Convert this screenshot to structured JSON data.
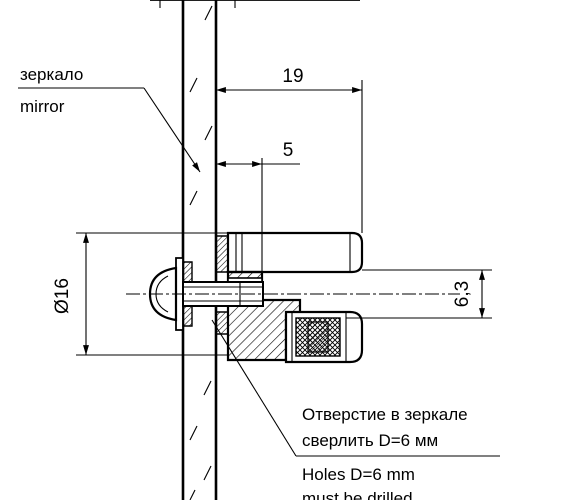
{
  "labels": {
    "mirror_ru": "зеркало",
    "mirror_en": "mirror",
    "dim_19": "19",
    "dim_5": "5",
    "dim_d16": "Ø16",
    "dim_63": "6,3",
    "note_holes_ru_1": "Отверстие в зеркале",
    "note_holes_ru_2": "сверлить D=6 мм",
    "note_holes_en_1": "Holes D=6 mm",
    "note_holes_en_2": "must be drilled"
  }
}
